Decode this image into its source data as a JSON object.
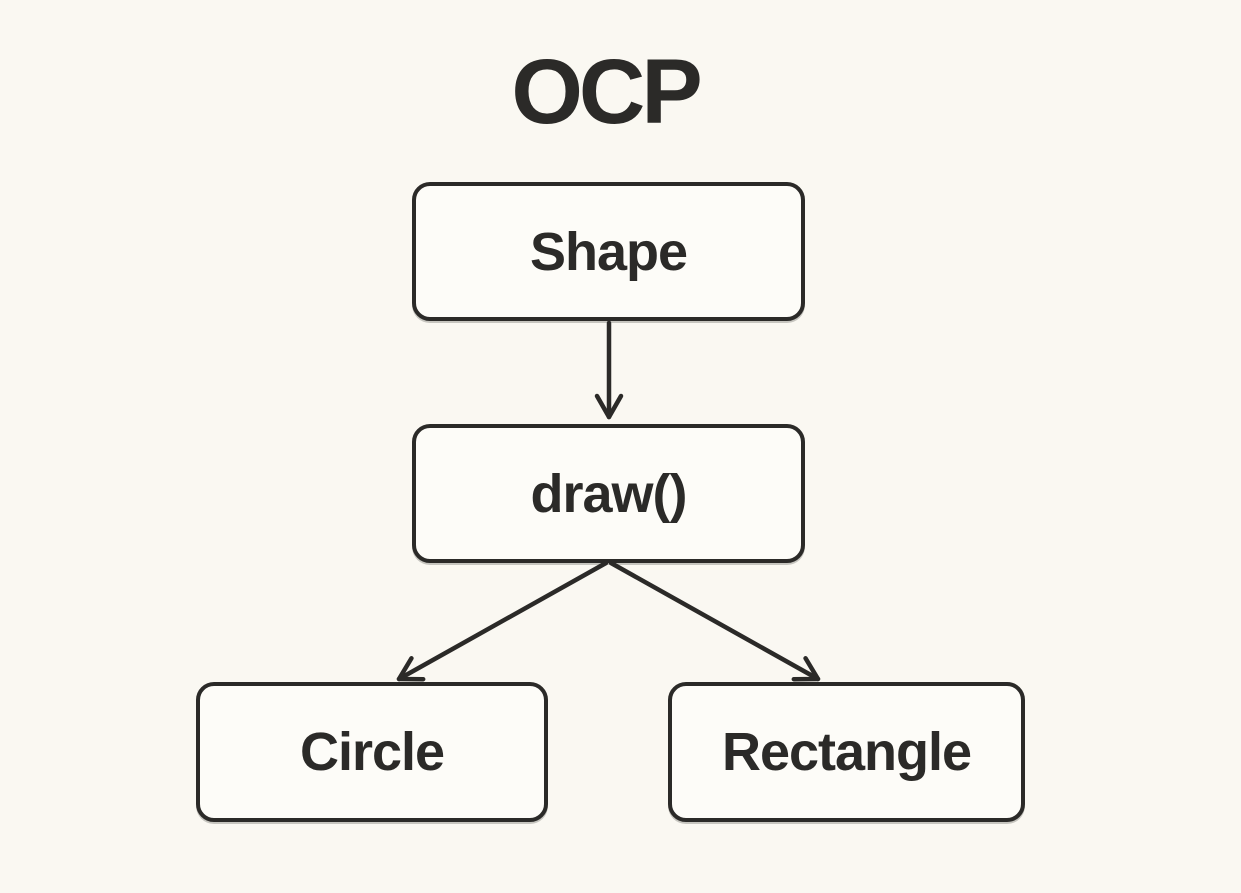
{
  "title": "OCP",
  "colors": {
    "background": "#faf8f2",
    "node_fill": "#fdfcf8",
    "stroke": "#2b2a28",
    "text": "#2b2a28"
  },
  "diagram": {
    "type": "flowchart",
    "nodes": [
      {
        "id": "shape",
        "label": "Shape"
      },
      {
        "id": "draw",
        "label": "draw()"
      },
      {
        "id": "circle",
        "label": "Circle"
      },
      {
        "id": "rectangle",
        "label": "Rectangle"
      }
    ],
    "edges": [
      {
        "from": "shape",
        "to": "draw"
      },
      {
        "from": "draw",
        "to": "circle"
      },
      {
        "from": "draw",
        "to": "rectangle"
      }
    ]
  }
}
